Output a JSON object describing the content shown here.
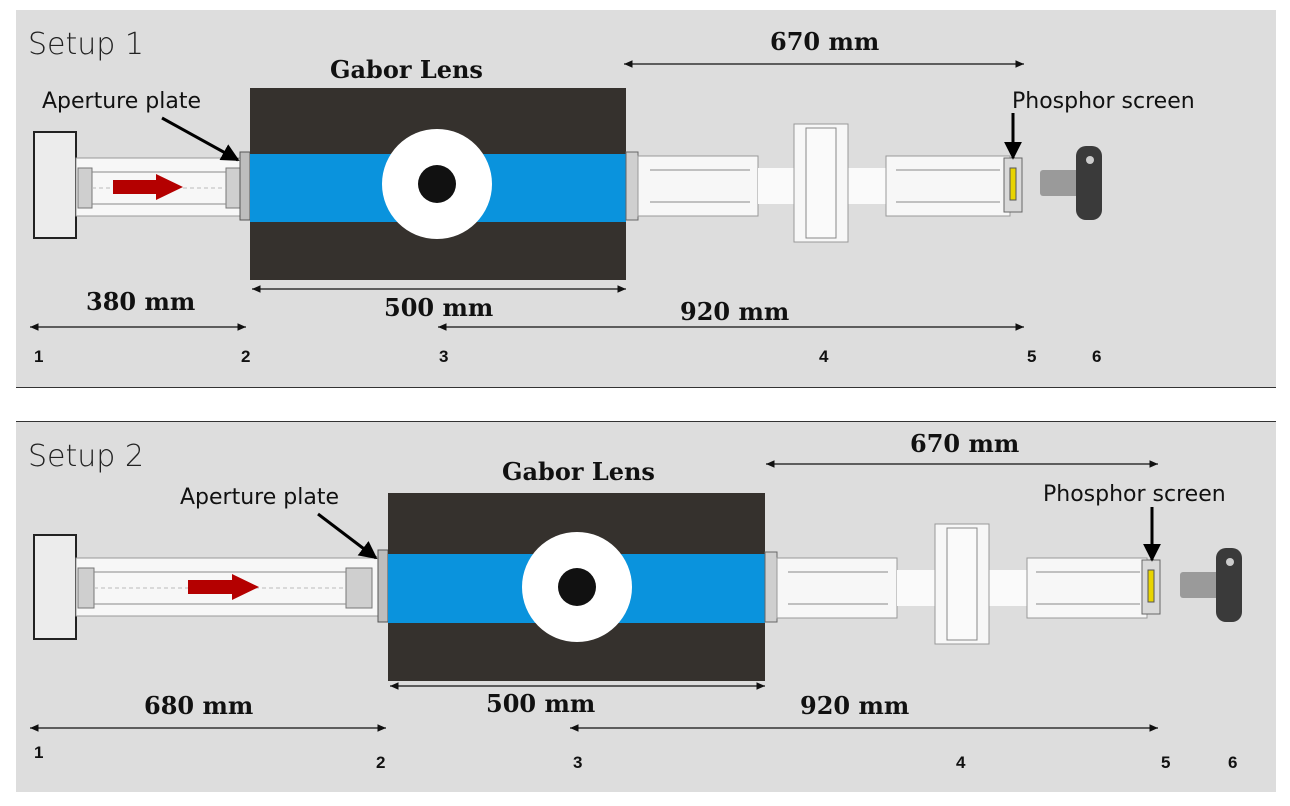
{
  "setups": [
    {
      "title": "Setup 1",
      "lens_label": "Gabor Lens",
      "aperture_label": "Aperture plate",
      "screen_label": "Phosphor screen",
      "dims": {
        "d12": "380 mm",
        "lens": "500 mm",
        "d35": "920 mm",
        "d_screen": "670 mm"
      },
      "positions": [
        "1",
        "2",
        "3",
        "4",
        "5",
        "6"
      ]
    },
    {
      "title": "Setup 2",
      "lens_label": "Gabor Lens",
      "aperture_label": "Aperture plate",
      "screen_label": "Phosphor screen",
      "dims": {
        "d12": "680 mm",
        "lens": "500 mm",
        "d35": "920 mm",
        "d_screen": "670 mm"
      },
      "positions": [
        "1",
        "2",
        "3",
        "4",
        "5",
        "6"
      ]
    }
  ],
  "colors": {
    "lens_body": "#35312d",
    "lens_band": "#0a93dd",
    "arrow": "#b40000",
    "panel": "#dddddd",
    "screen": "#e8d400"
  }
}
